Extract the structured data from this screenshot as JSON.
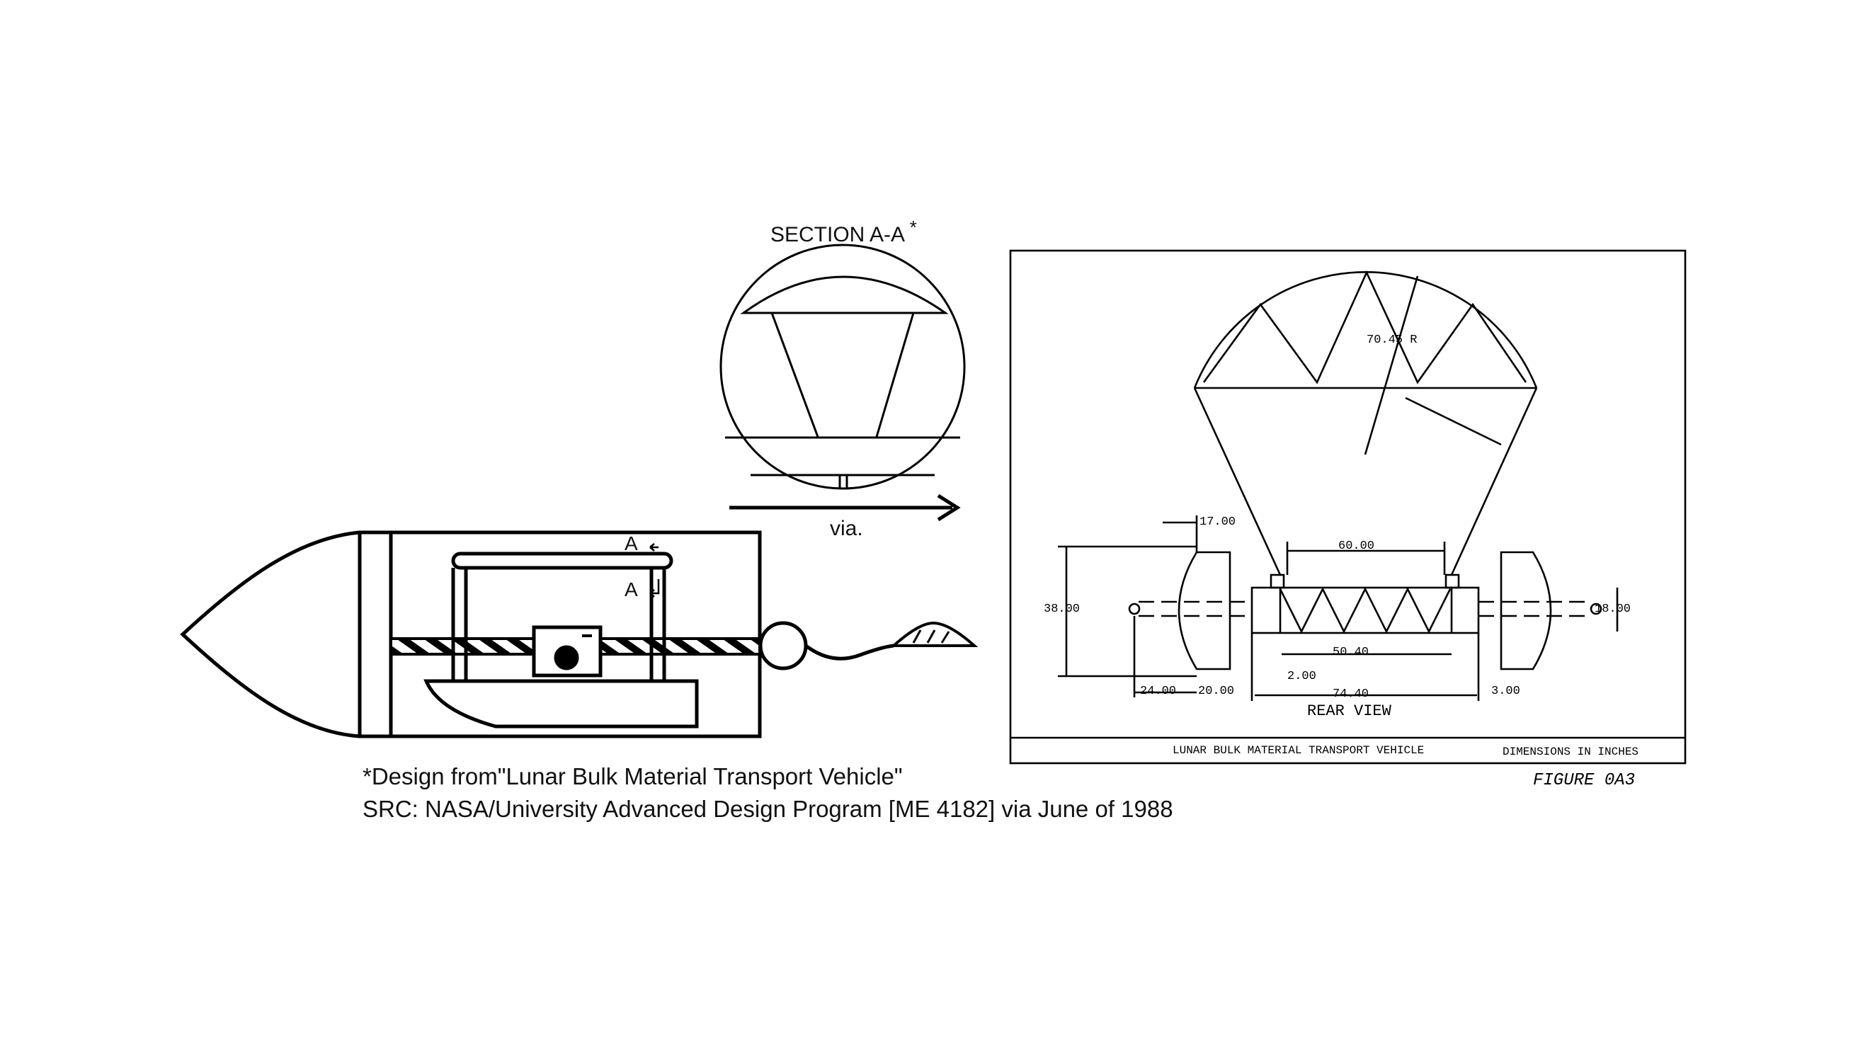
{
  "section_view": {
    "title": "SECTION A-A",
    "asterisk": "*",
    "arrow_label": "via."
  },
  "side_view": {
    "marker_a_top": "A",
    "marker_a_bottom": "A"
  },
  "caption": {
    "line1": "*Design from\"Lunar Bulk Material Transport Vehicle\"",
    "line2": "SRC: NASA/University Advanced Design Program [ME 4182] via June of 1988"
  },
  "rear_view": {
    "radius_label": "70.45 R",
    "dim_17": "17.00",
    "dim_60": "60.00",
    "dim_38": "38.00",
    "dim_18": "18.00",
    "dim_50_40": "50.40",
    "dim_2": "2.00",
    "dim_24": "24.00",
    "dim_20": "20.00",
    "dim_74_40": "74.40",
    "dim_3": "3.00",
    "view_label": "REAR VIEW",
    "title_block_left": "LUNAR BULK MATERIAL TRANSPORT VEHICLE",
    "title_block_right": "DIMENSIONS IN INCHES",
    "figure_label": "FIGURE 0A3"
  },
  "colors": {
    "line": "#000000",
    "text": "#111111",
    "background": "#ffffff"
  }
}
